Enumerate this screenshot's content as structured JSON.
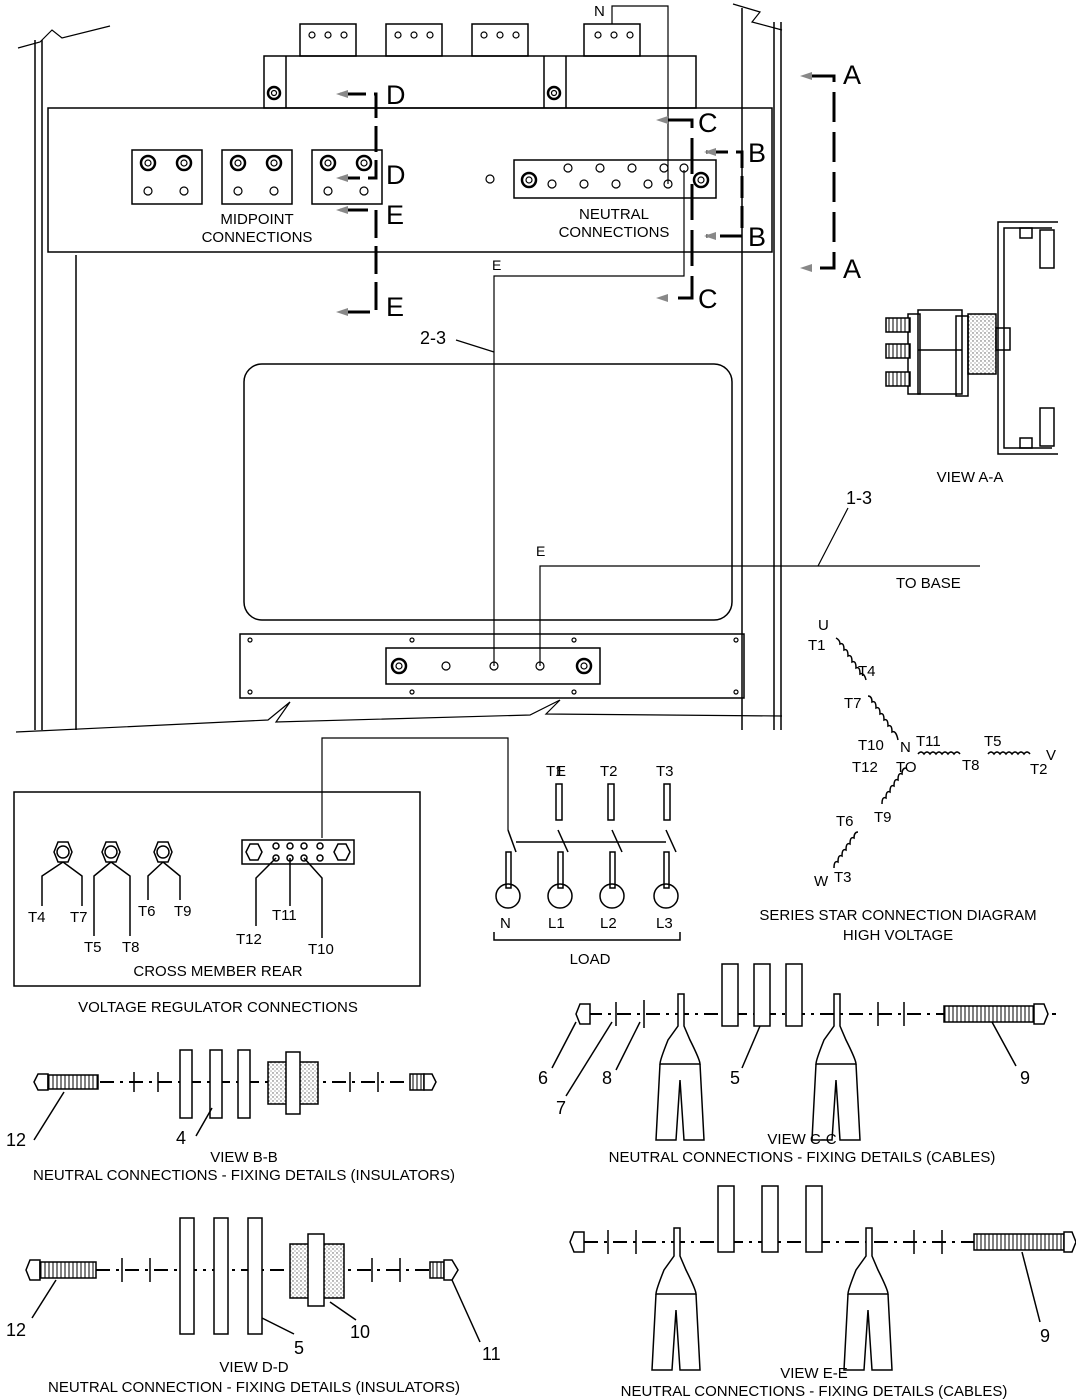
{
  "section_letters": {
    "A": "A",
    "B": "B",
    "C": "C",
    "D": "D",
    "E": "E"
  },
  "main": {
    "terminal_n": "N",
    "midpoint_label_1": "MIDPOINT",
    "midpoint_label_2": "CONNECTIONS",
    "neutral_label_1": "NEUTRAL",
    "neutral_label_2": "CONNECTIONS",
    "earth_upper": "E",
    "earth_lower": "E",
    "ref_2_3": "2-3",
    "ref_1_3": "1-3",
    "to_base": "TO BASE"
  },
  "view_aa": {
    "caption": "VIEW A-A"
  },
  "star": {
    "U": "U",
    "T1": "T1",
    "T4": "T4",
    "T7": "T7",
    "T10": "T10",
    "N": "N",
    "T11": "T11",
    "T5": "T5",
    "V": "V",
    "T12": "T12",
    "TO": "TO",
    "T8": "T8",
    "T2": "T2",
    "T6": "T6",
    "T9": "T9",
    "W": "W",
    "T3": "T3",
    "caption_1": "SERIES STAR CONNECTION DIAGRAM",
    "caption_2": "HIGH VOLTAGE"
  },
  "regulator": {
    "T4": "T4",
    "T7": "T7",
    "T5": "T5",
    "T8": "T8",
    "T6": "T6",
    "T9": "T9",
    "T12": "T12",
    "T11": "T11",
    "T10": "T10",
    "box_label": "CROSS MEMBER REAR",
    "caption": "VOLTAGE REGULATOR CONNECTIONS"
  },
  "load": {
    "top_1": "T1",
    "top_1_overlay": "E",
    "top_2": "T2",
    "top_3": "T3",
    "N": "N",
    "L1": "L1",
    "L2": "L2",
    "L3": "L3",
    "caption": "LOAD"
  },
  "view_bb": {
    "n12": "12",
    "n4": "4",
    "caption_1": "VIEW B-B",
    "caption_2": "NEUTRAL CONNECTIONS - FIXING DETAILS (INSULATORS)"
  },
  "view_cc": {
    "n6": "6",
    "n7": "7",
    "n8": "8",
    "n5": "5",
    "n9": "9",
    "caption_1": "VIEW C-C",
    "caption_2": "NEUTRAL CONNECTIONS - FIXING DETAILS (CABLES)"
  },
  "view_dd": {
    "n12": "12",
    "n5": "5",
    "n10": "10",
    "n11": "11",
    "caption_1": "VIEW D-D",
    "caption_2": "NEUTRAL CONNECTION - FIXING DETAILS (INSULATORS)"
  },
  "view_ee": {
    "n9": "9",
    "caption_1": "VIEW E-E",
    "caption_2": "NEUTRAL CONNECTIONS - FIXING DETAILS (CABLES)"
  }
}
